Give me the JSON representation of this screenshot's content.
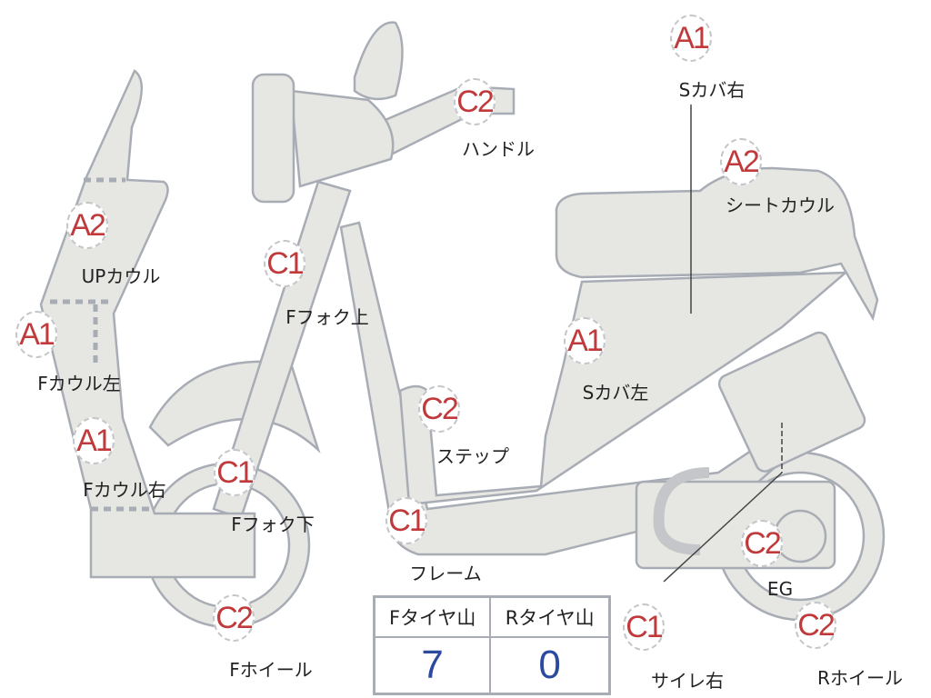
{
  "parts": [
    {
      "grade": "A1",
      "label": "Sカバ右"
    },
    {
      "grade": "A2",
      "label": "シートカウル"
    },
    {
      "grade": "C2",
      "label": "ハンドル"
    },
    {
      "grade": "A2",
      "label": "UPカウル"
    },
    {
      "grade": "C1",
      "label": "Fフォク上"
    },
    {
      "grade": "A1",
      "label": "Fカウル左"
    },
    {
      "grade": "A1",
      "label": "Sカバ左"
    },
    {
      "grade": "C2",
      "label": "ステップ"
    },
    {
      "grade": "A1",
      "label": "Fカウル右"
    },
    {
      "grade": "C1",
      "label": "Fフォク下"
    },
    {
      "grade": "C1",
      "label": "フレーム"
    },
    {
      "grade": "C2",
      "label": "Fホイール"
    },
    {
      "grade": "C2",
      "label": "EG"
    },
    {
      "grade": "C1",
      "label": "サイレ右"
    },
    {
      "grade": "C2",
      "label": "Rホイール"
    }
  ],
  "tire_table": {
    "headers": [
      "Fタイヤ山",
      "Rタイヤ山"
    ],
    "values": [
      "7",
      "0"
    ]
  },
  "colors": {
    "grade": "#c0393b",
    "value": "#2b4aa0",
    "part_fill": "#e6e6e2",
    "part_stroke": "#a8adb5"
  }
}
